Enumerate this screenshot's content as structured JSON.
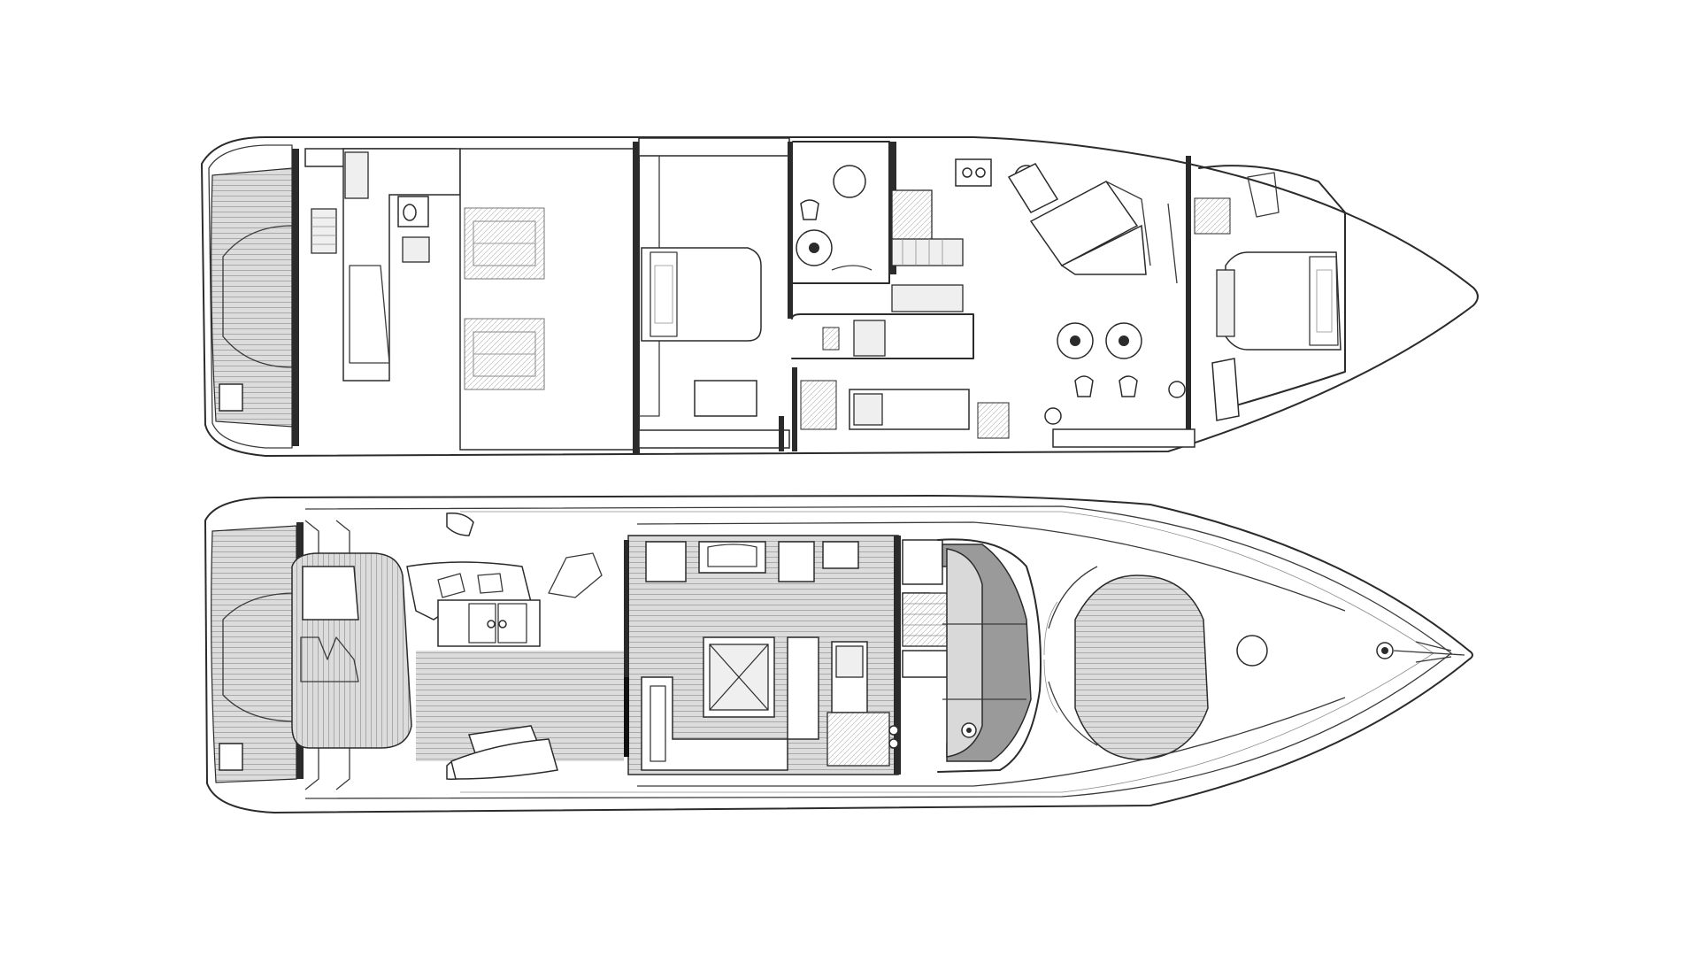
{
  "drawings": [
    {
      "id": "lower-deck",
      "view": "plan"
    },
    {
      "id": "main-deck",
      "view": "plan"
    }
  ],
  "colors": {
    "line": "#2b2b2b",
    "teak": "#d9d9d9",
    "tinted_glass": "#9a9a9a",
    "background": "#ffffff"
  },
  "icons": [
    "engine-icon",
    "toilet-icon",
    "shower-icon",
    "bed-icon",
    "staircase-icon",
    "hatch-icon",
    "steering-wheel-icon",
    "anchor-icon"
  ]
}
